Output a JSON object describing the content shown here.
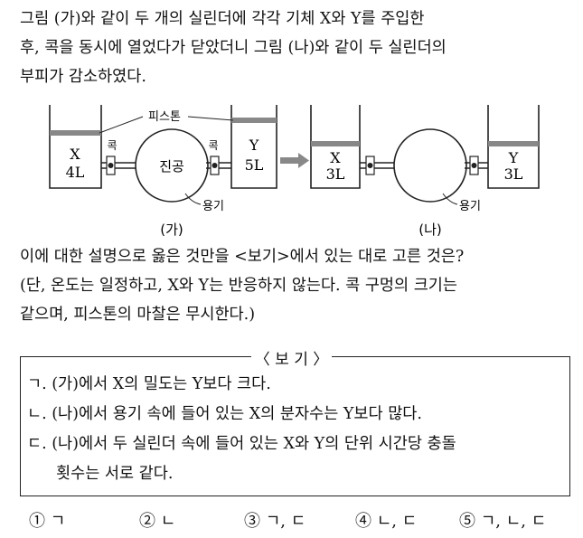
{
  "question": {
    "lines": [
      "그림 (가)와 같이 두 개의 실린더에 각각 기체 X와 Y를 주입한",
      "후, 콕을 동시에 열었다가 닫았더니 그림 (나)와 같이 두 실린더의",
      "부피가 감소하였다."
    ]
  },
  "figure": {
    "label_piston": "피스톤",
    "label_cock_left": "콕",
    "label_cock_right": "콕",
    "label_vacuum": "진공",
    "label_vessel_a": "용기",
    "label_vessel_b": "용기",
    "panel_a": {
      "caption": "(가)",
      "gas_x": "X",
      "vol_x": "4L",
      "gas_y": "Y",
      "vol_y": "5L"
    },
    "panel_b": {
      "caption": "(나)",
      "gas_x": "X",
      "vol_x": "3L",
      "gas_y": "Y",
      "vol_y": "3L"
    }
  },
  "instruction": {
    "lines": [
      "이에 대한 설명으로 옳은 것만을 <보기>에서 있는 대로 고른 것은?",
      "(단, 온도는 일정하고, X와 Y는 반응하지 않는다. 콕 구멍의 크기는",
      "같으며, 피스톤의 마찰은 무시한다.)"
    ]
  },
  "bogi": {
    "title": "〈 보 기 〉",
    "items": [
      "ㄱ. (가)에서 X의 밀도는 Y보다 크다.",
      "ㄴ. (나)에서 용기 속에 들어 있는 X의 분자수는 Y보다 많다.",
      "ㄷ. (나)에서 두 실린더 속에 들어 있는 X와 Y의 단위 시간당 충돌",
      "횟수는 서로 같다."
    ]
  },
  "choices": [
    "① ㄱ",
    "② ㄴ",
    "③ ㄱ, ㄷ",
    "④ ㄴ, ㄷ",
    "⑤ ㄱ, ㄴ, ㄷ"
  ]
}
